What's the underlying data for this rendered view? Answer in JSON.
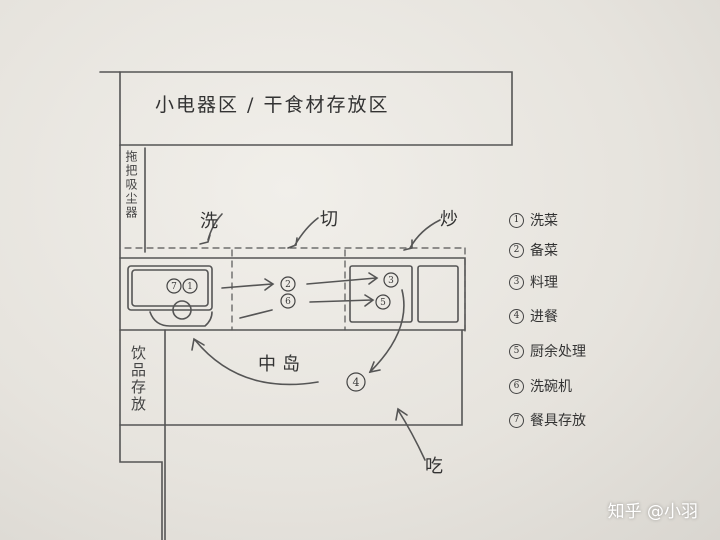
{
  "top_area": {
    "label": "小电器区 / 干食材存放区"
  },
  "left_wall": {
    "label": "拖把吸尘器"
  },
  "drink_area": {
    "label": "饮品存放"
  },
  "zones": {
    "wash": "洗",
    "cut": "切",
    "fry": "炒",
    "island": "中岛",
    "eat": "吃"
  },
  "steps": [
    {
      "num": "1",
      "label": "洗菜"
    },
    {
      "num": "2",
      "label": "备菜"
    },
    {
      "num": "3",
      "label": "料理"
    },
    {
      "num": "4",
      "label": "进餐"
    },
    {
      "num": "5",
      "label": "厨余处理"
    },
    {
      "num": "6",
      "label": "洗碗机"
    },
    {
      "num": "7",
      "label": "餐具存放"
    }
  ],
  "markers": {
    "m1": "1",
    "m2": "2",
    "m3": "3",
    "m4": "4",
    "m5": "5",
    "m6": "6",
    "m7": "7"
  },
  "watermark": "知乎 @小羽"
}
